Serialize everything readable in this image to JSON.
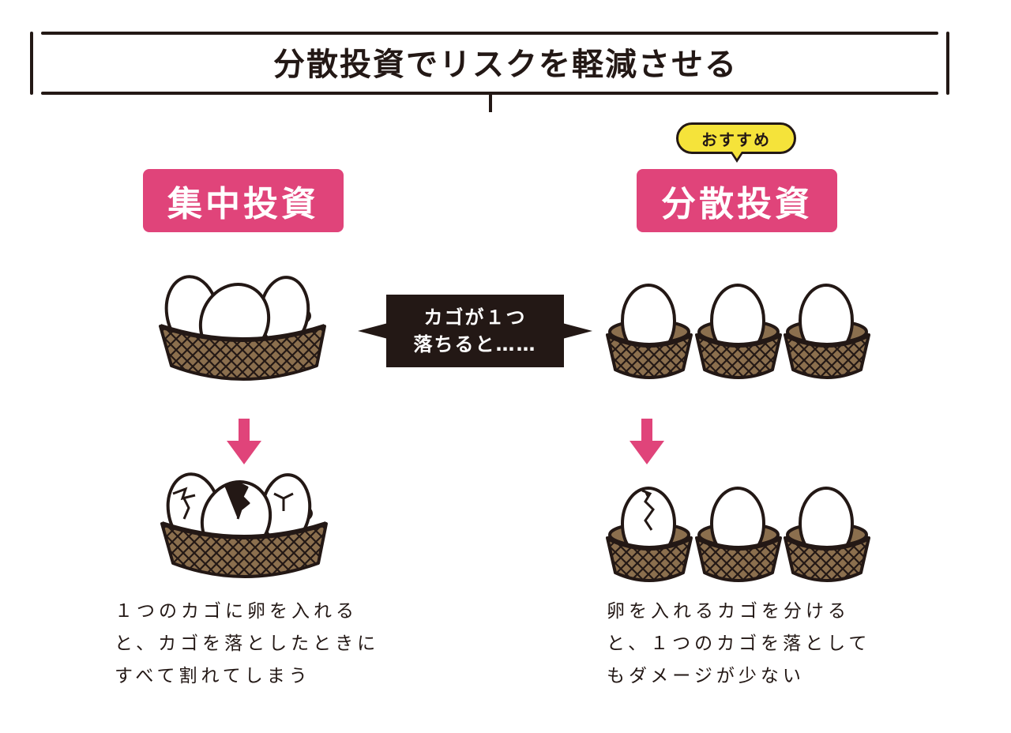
{
  "title": "分散投資でリスクを軽減させる",
  "left": {
    "label": "集中投資",
    "caption": [
      "１つのカゴに卵を入れる",
      "と、カゴを落としたときに",
      "すべて割れてしまう"
    ]
  },
  "right": {
    "label": "分散投資",
    "recommend": "おすすめ",
    "caption": [
      "卵を入れるカゴを分ける",
      "と、１つのカゴを落として",
      "もダメージが少ない"
    ]
  },
  "callout": {
    "line1": "カゴが１つ",
    "line2": "落ちると……"
  },
  "colors": {
    "pink": "#e0447a",
    "yellow": "#f5e33a",
    "basket": "#8b6f4e",
    "ink": "#231815"
  }
}
